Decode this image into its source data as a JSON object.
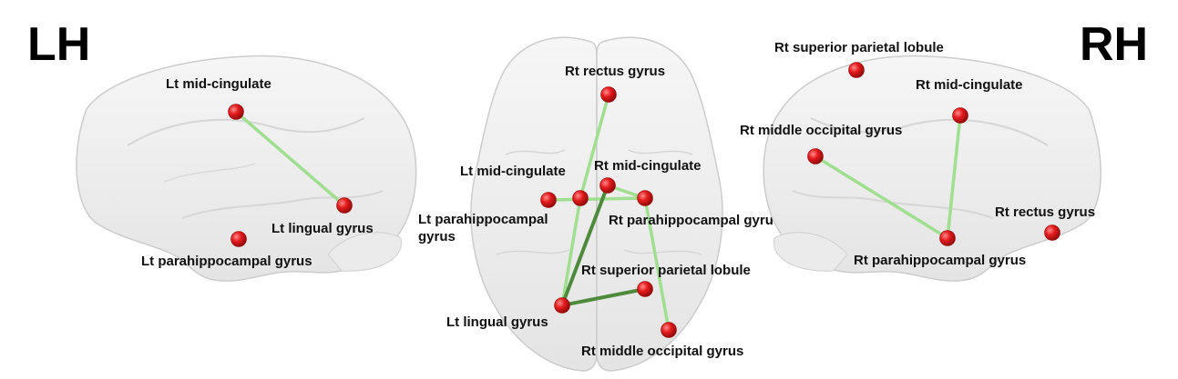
{
  "hemispheres": {
    "left": "LH",
    "right": "RH"
  },
  "colors": {
    "node": "#e31a1c",
    "edge_light": "#9fdf8f",
    "edge_dark": "#4e8a3c",
    "brain_fill": "#eeeeee",
    "brain_stroke": "#cfcfcf"
  },
  "views": {
    "left": {
      "nodes": [
        {
          "id": "lh_midcing",
          "label": "Lt mid-cingulate"
        },
        {
          "id": "lh_lingual",
          "label": "Lt lingual gyrus"
        },
        {
          "id": "lh_parahip",
          "label": "Lt parahippocampal gyrus"
        }
      ],
      "edges": [
        {
          "from": "lh_midcing",
          "to": "lh_lingual",
          "tone": "light"
        }
      ]
    },
    "top": {
      "nodes": [
        {
          "id": "t_rrectus",
          "label": "Rt rectus gyrus"
        },
        {
          "id": "t_lmidcing",
          "label": "Lt mid-cingulate"
        },
        {
          "id": "t_rmidcing",
          "label": "Rt mid-cingulate"
        },
        {
          "id": "t_lparahip",
          "label": "Lt parahippocampal gyrus"
        },
        {
          "id": "t_rparahip",
          "label": "Rt parahippocampal gyrus"
        },
        {
          "id": "t_rsupparietal",
          "label": "Rt superior parietal lobule"
        },
        {
          "id": "t_llingual",
          "label": "Lt lingual gyrus"
        },
        {
          "id": "t_rmidocc",
          "label": "Rt middle occipital gyrus"
        }
      ],
      "edges": [
        {
          "from": "t_rrectus",
          "to": "t_lmidcing",
          "tone": "light"
        },
        {
          "from": "t_lparahip",
          "to": "t_rparahip",
          "tone": "light"
        },
        {
          "from": "t_lmidcing",
          "to": "t_llingual",
          "tone": "light"
        },
        {
          "from": "t_rmidcing",
          "to": "t_llingual",
          "tone": "dark"
        },
        {
          "from": "t_rmidcing",
          "to": "t_rparahip",
          "tone": "light"
        },
        {
          "from": "t_rparahip",
          "to": "t_rmidocc",
          "tone": "light"
        },
        {
          "from": "t_llingual",
          "to": "t_rsupparietal",
          "tone": "dark"
        }
      ]
    },
    "right": {
      "nodes": [
        {
          "id": "rh_supparietal",
          "label": "Rt superior parietal lobule"
        },
        {
          "id": "rh_midcing",
          "label": "Rt mid-cingulate"
        },
        {
          "id": "rh_midocc",
          "label": "Rt middle occipital gyrus"
        },
        {
          "id": "rh_rectus",
          "label": "Rt rectus gyrus"
        },
        {
          "id": "rh_parahip",
          "label": "Rt parahippocampal gyrus"
        }
      ],
      "edges": [
        {
          "from": "rh_midocc",
          "to": "rh_parahip",
          "tone": "light"
        },
        {
          "from": "rh_midcing",
          "to": "rh_parahip",
          "tone": "light"
        }
      ]
    }
  }
}
